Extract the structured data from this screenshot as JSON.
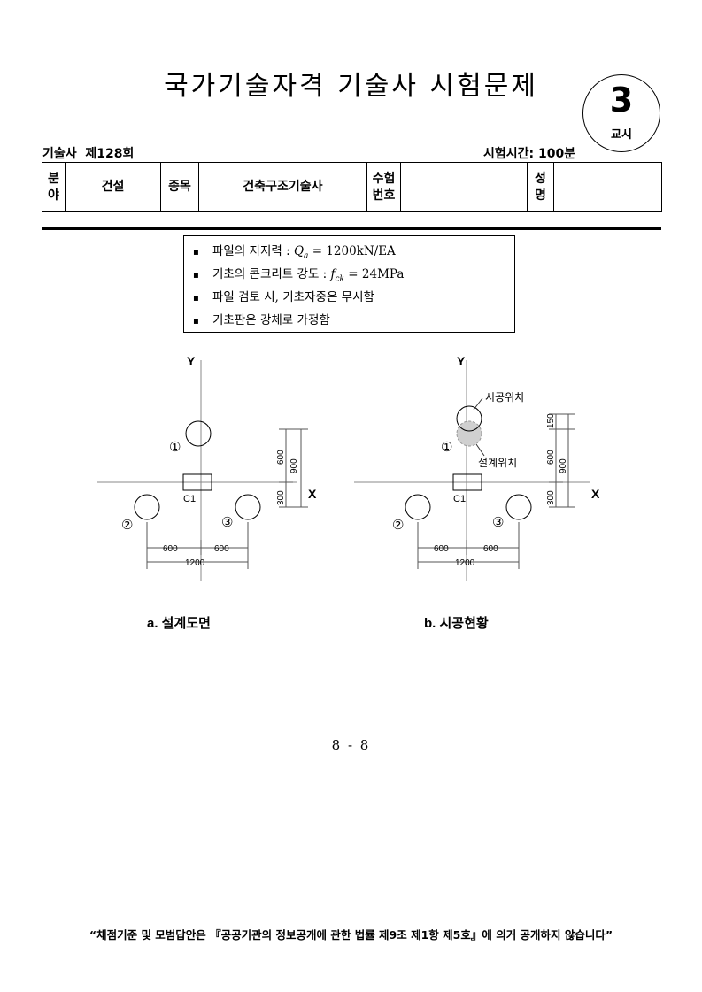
{
  "header": {
    "title": "국가기술자격 기술사 시험문제",
    "period_number": "3",
    "period_label": "교시",
    "exam_round": "기술사  제128회",
    "exam_time": "시험시간: 100분"
  },
  "info_table": {
    "field_label_1": "분",
    "field_label_2": "야",
    "field_value": "건설",
    "category_label": "종목",
    "category_value": "건축구조기술사",
    "exam_no_label_1": "수험",
    "exam_no_label_2": "번호",
    "exam_no_value": "",
    "name_label_1": "성",
    "name_label_2": "명",
    "name_value": ""
  },
  "conditions": {
    "item1_prefix": "파일의 지지력 :",
    "item1_math": "Q",
    "item1_sub": "a",
    "item1_value": " = 1200kN/EA",
    "item2_prefix": "기초의 콘크리트 강도 :",
    "item2_math": "f",
    "item2_sub": "ck",
    "item2_value": " = 24MPa",
    "item3": "파일 검토 시, 기초자중은 무시함",
    "item4": "기초판은 강체로 가정함",
    "bullet": "▪"
  },
  "diagram_a": {
    "caption": "a. 설계도면",
    "axis_y": "Y",
    "axis_x": "X",
    "column_label": "C1",
    "pile1": "①",
    "pile2": "②",
    "pile3": "③",
    "dim_600": "600",
    "dim_900": "900",
    "dim_300": "300",
    "dim_left": "600",
    "dim_right": "600",
    "dim_total": "1200"
  },
  "diagram_b": {
    "caption": "b. 시공현황",
    "axis_y": "Y",
    "axis_x": "X",
    "column_label": "C1",
    "pile1": "①",
    "pile2": "②",
    "pile3": "③",
    "dim_150": "150",
    "dim_600": "600",
    "dim_900": "900",
    "dim_300": "300",
    "dim_left": "600",
    "dim_right": "600",
    "dim_total": "1200",
    "label_constructed": "시공위치",
    "label_design": "설계위치"
  },
  "page_number": "8 - 8",
  "footer": "“채점기준 및 모범답안은 『공공기관의 정보공개에 관한 법률 제9조 제1항 제5호』에 의거 공개하지 않습니다”"
}
